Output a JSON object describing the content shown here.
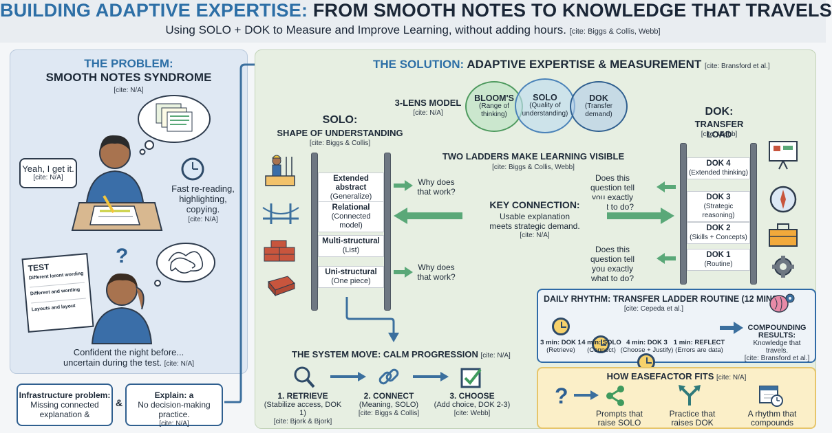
{
  "header": {
    "title_a": "BUILDING ADAPTIVE EXPERTISE:",
    "title_b": "FROM SMOOTH NOTES TO KNOWLEDGE THAT TRAVELS",
    "subtitle": "Using SOLO + DOK to Measure and Improve Learning, without adding hours.",
    "subtitle_cite": "[cite: Biggs & Collis, Webb]"
  },
  "problem": {
    "title_a": "THE PROBLEM:",
    "title_b": "SMOOTH NOTES SYNDROME",
    "cite": "[cite: N/A]",
    "speech": "Yeah, I get it.",
    "speech_cite": "[cite: N/A]",
    "habits": "Fast re-reading, highlighting, copying.",
    "habits_cite": "[cite: N/A]",
    "test_heading": "TEST",
    "test_line1": "Different loront wording",
    "test_line2": "Different and wording",
    "test_line3": "Layouts and layout",
    "confident": "Confident the night before...",
    "uncertain": "uncertain during the test.",
    "uncertain_cite": "[cite: N/A]",
    "infra_title": "Infrastructure problem:",
    "infra_text": "Missing connected explanation &",
    "amp": "&",
    "explain_title": "Explain: a",
    "explain_text": "No decision-making practice.",
    "explain_cite": "[cite: N/A]"
  },
  "solution": {
    "title_a": "THE SOLUTION:",
    "title_b": "ADAPTIVE EXPERTISE & MEASUREMENT",
    "cite": "[cite: Bransford et al.]",
    "lens_title": "3-LENS MODEL",
    "lens_cite": "[cite: N/A]",
    "lenses": [
      {
        "name": "BLOOM'S",
        "desc": "(Range of thinking)"
      },
      {
        "name": "SOLO",
        "desc": "(Quality of understanding)"
      },
      {
        "name": "DOK",
        "desc": "(Transfer demand)"
      }
    ],
    "solo_title_a": "SOLO:",
    "solo_title_b": "SHAPE OF UNDERSTANDING",
    "solo_cite": "[cite: Biggs & Collis]",
    "solo_rungs": [
      {
        "name": "Extended abstract",
        "desc": "(Generalize)"
      },
      {
        "name": "Relational",
        "desc": "(Connected model)"
      },
      {
        "name": "Multi-structural",
        "desc": "(List)"
      },
      {
        "name": "Uni-structural",
        "desc": "(One piece)"
      }
    ],
    "why_top": "Why does that work?",
    "why_bottom": "Why does that work?",
    "ladders_title": "TWO LADDERS MAKE LEARNING VISIBLE",
    "ladders_cite": "[cite: Biggs & Collis, Webb]",
    "q_top": "Does this question tell you exactly what to do?",
    "q_bottom": "Does this question tell you exactly what to do?",
    "key_title": "KEY CONNECTION:",
    "key_text1": "Usable explanation",
    "key_text2": "meets strategic demand.",
    "key_cite": "[cite: N/A]",
    "dok_title_a": "DOK:",
    "dok_title_b": "TRANSFER LOAD",
    "dok_cite": "[cite: Webb]",
    "dok_rungs": [
      {
        "name": "DOK 4",
        "desc": "(Extended thinking)"
      },
      {
        "name": "DOK 3",
        "desc": "(Strategic reasoning)"
      },
      {
        "name": "DOK 2",
        "desc": "(Skills + Concepts)"
      },
      {
        "name": "DOK 1",
        "desc": "(Routine)"
      }
    ],
    "system_title": "THE SYSTEM MOVE: CALM PROGRESSION",
    "system_cite": "[cite: N/A]",
    "steps": [
      {
        "name": "1. RETRIEVE",
        "desc": "(Stabilize access, DOK 1)",
        "cite": "[cite: Bjork & Bjork]"
      },
      {
        "name": "2. CONNECT",
        "desc": "(Meaning, SOLO)",
        "cite": "[cite: Biggs & Collis]"
      },
      {
        "name": "3. CHOOSE",
        "desc": "(Add choice, DOK 2-3)",
        "cite": "[cite: Webb]"
      }
    ]
  },
  "rhythm": {
    "title": "DAILY RHYTHM: TRANSFER LADDER ROUTINE (12 MINS)",
    "cite": "[cite: Cepeda et al.]",
    "items": [
      {
        "name": "3 min: DOK 1",
        "desc": "(Retrieve)"
      },
      {
        "name": "4 min: SOLO",
        "desc": "(Connect)"
      },
      {
        "name": "4 min: DOK 3",
        "desc": "(Choose + Justify)"
      },
      {
        "name": "1 min: REFLECT",
        "desc": "(Errors are data)"
      }
    ],
    "result_title": "COMPOUNDING RESULTS:",
    "result_text": "Knowledge that travels.",
    "result_cite": "[cite: Bransford et al.]"
  },
  "easefactor": {
    "title": "HOW EASEFACTOR FITS",
    "cite": "[cite: N/A]",
    "items": [
      {
        "label": "Prompts that raise SOLO"
      },
      {
        "label": "Practice that raises DOK"
      },
      {
        "label": "A rhythm that compounds"
      }
    ]
  },
  "colors": {
    "title_blue": "#2d6fa6",
    "panel_blue": "#dfe8f3",
    "panel_green": "#e7efe2",
    "arrow_blue": "#3b6f9e",
    "arrow_green": "#5aa878"
  }
}
